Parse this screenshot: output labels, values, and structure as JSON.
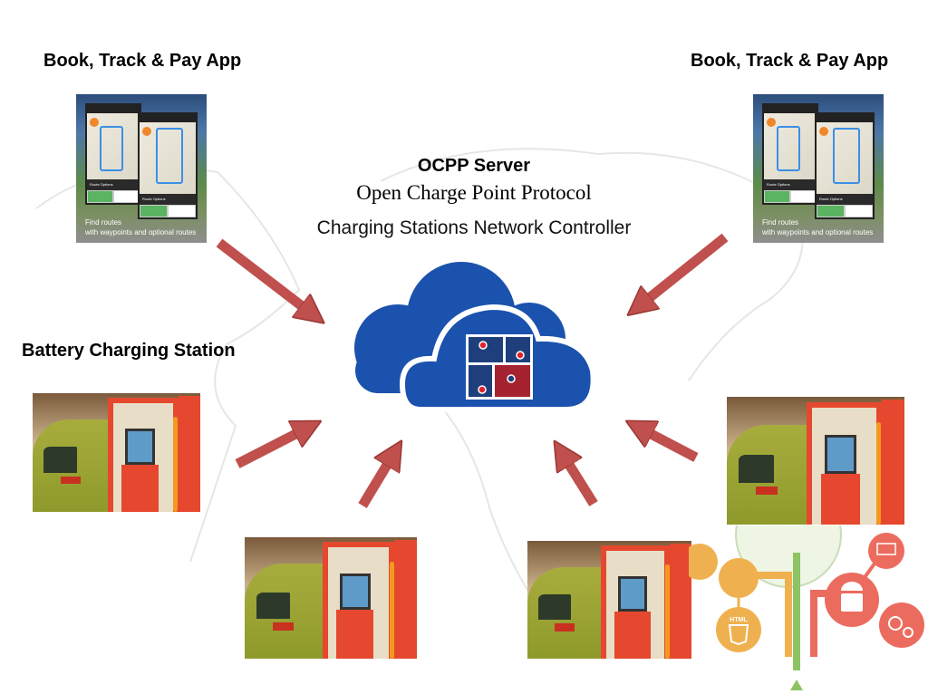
{
  "labels": {
    "app_left": "Book, Track & Pay App",
    "app_right": "Book, Track & Pay App",
    "station": "Battery Charging Station",
    "server_title": "OCPP Server",
    "protocol": "Open Charge Point Protocol",
    "controller": "Charging Stations Network Controller"
  },
  "app_screenshot": {
    "route_options": "Route Options",
    "caption_line1": "Find routes",
    "caption_line2": "with waypoints and optional routes"
  },
  "icons": {
    "html5_label": "HTML"
  },
  "colors": {
    "arrow": "#c0504d",
    "cloud": "#1a52ad",
    "orange": "#efb14f",
    "green": "#8dc363",
    "red": "#ec6b5f"
  }
}
